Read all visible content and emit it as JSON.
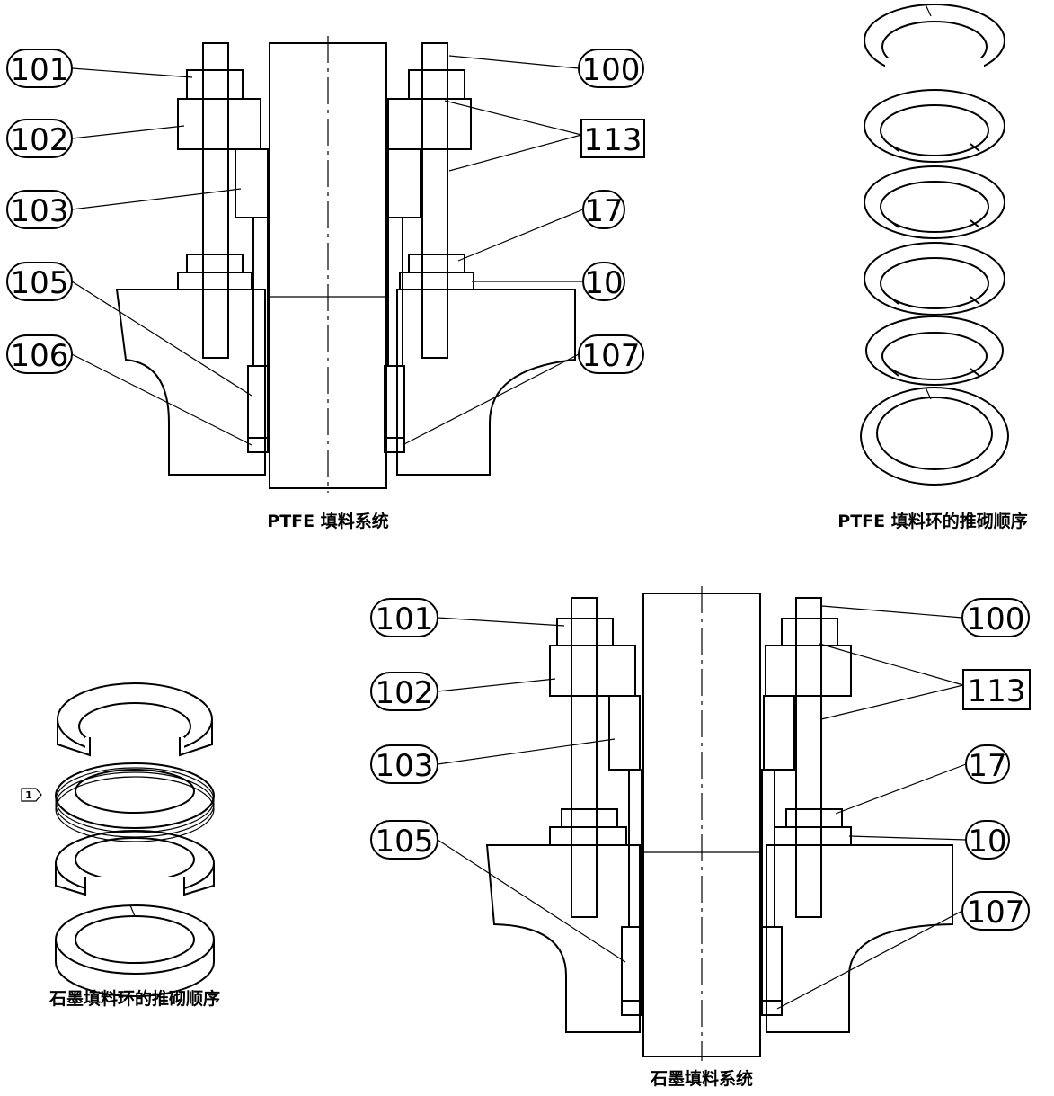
{
  "ptfe_assembly": {
    "callouts": {
      "c101": "101",
      "c102": "102",
      "c103": "103",
      "c105": "105",
      "c106": "106",
      "c100": "100",
      "c113": "113",
      "c17": "17",
      "c10": "10",
      "c107": "107"
    },
    "caption": "PTFE 填料系统"
  },
  "ptfe_rings": {
    "caption": "PTFE 填料环的推砌顺序"
  },
  "graphite_rings": {
    "caption": "石墨填料环的推砌顺序",
    "marker": "1"
  },
  "graphite_assembly": {
    "callouts": {
      "c101": "101",
      "c102": "102",
      "c103": "103",
      "c105": "105",
      "c100": "100",
      "c113": "113",
      "c17": "17",
      "c10": "10",
      "c107": "107"
    },
    "caption": "石墨填料系统"
  }
}
